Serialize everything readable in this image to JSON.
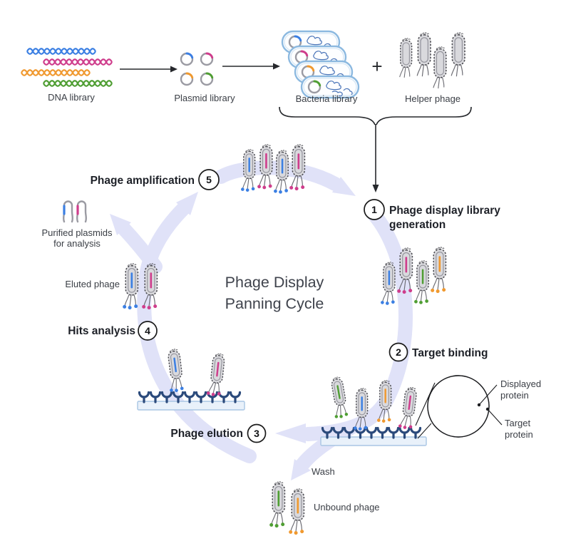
{
  "diagram_title": {
    "line1": "Phage Display",
    "line2": "Panning Cycle"
  },
  "top_flow": {
    "dna_library": "DNA library",
    "plasmid_library": "Plasmid library",
    "bacteria_library": "Bacteria library",
    "plus_sign": "+",
    "helper_phage": "Helper phage"
  },
  "cycle_steps": {
    "step1": {
      "number": "1",
      "label_line1": "Phage display library",
      "label_line2": "generation"
    },
    "step2": {
      "number": "2",
      "label": "Target binding"
    },
    "step3": {
      "number": "3",
      "label": "Phage elution"
    },
    "step4": {
      "number": "4",
      "label": "Hits analysis"
    },
    "step5": {
      "number": "5",
      "label": "Phage amplification"
    }
  },
  "labels": {
    "wash": "Wash",
    "unbound_phage": "Unbound phage",
    "eluted_phage": "Eluted phage",
    "purified_plasmids_line1": "Purified plasmids",
    "purified_plasmids_line2": "for analysis",
    "displayed_protein_line1": "Displayed",
    "displayed_protein_line2": "protein",
    "target_protein_line1": "Target",
    "target_protein_line2": "protein"
  },
  "colors": {
    "blue": "#3b7fe3",
    "pink": "#cf3d8c",
    "orange": "#f0992f",
    "green": "#4f9e33",
    "navy": "#2b4a7b",
    "lavender": "#e0e2f8",
    "phage_body": "#d9d9dd",
    "cell_outline": "#8cb9e0",
    "plate_fill": "#e9f1fa"
  }
}
